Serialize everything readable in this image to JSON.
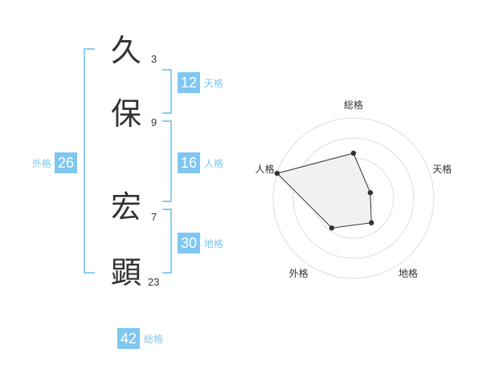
{
  "name": {
    "chars": [
      {
        "char": "久",
        "strokes": "3"
      },
      {
        "char": "保",
        "strokes": "9"
      },
      {
        "char": "宏",
        "strokes": "7"
      },
      {
        "char": "顕",
        "strokes": "23"
      }
    ]
  },
  "fortunes": {
    "tenkaku": {
      "value": "12",
      "label": "天格"
    },
    "jinkaku": {
      "value": "16",
      "label": "人格"
    },
    "chikaku": {
      "value": "30",
      "label": "地格"
    },
    "gaikaku": {
      "value": "26",
      "label": "外格"
    },
    "soukaku": {
      "value": "42",
      "label": "総格"
    }
  },
  "radar": {
    "axes": [
      "総格",
      "天格",
      "地格",
      "外格",
      "人格"
    ],
    "values": [
      0.56,
      0.22,
      0.38,
      0.46,
      1.0
    ],
    "rings": 4,
    "color": "#333333",
    "fill": "#f0f0f0"
  },
  "colors": {
    "accent": "#7fc7f0",
    "bracket": "#8ccdf2"
  }
}
